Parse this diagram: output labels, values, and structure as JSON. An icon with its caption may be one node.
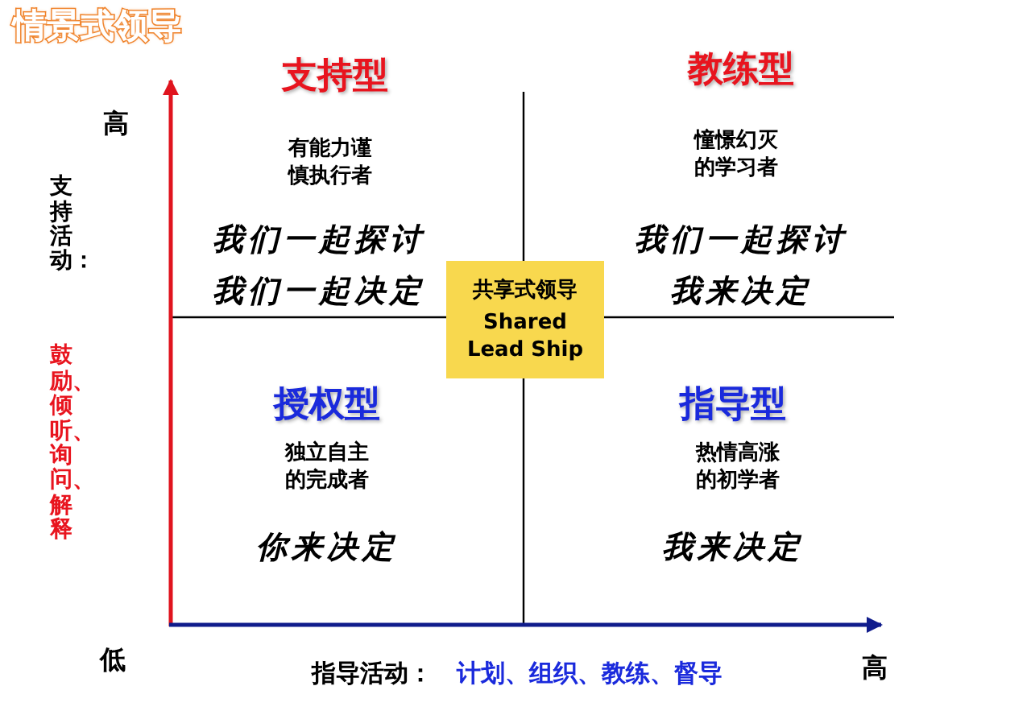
{
  "diagram": {
    "title": "情景式领导",
    "nodes": [
      {
        "text": [
          "共享式领导",
          "Shared Lead Ship"
        ]
      }
    ],
    "labels": [
      "支持型",
      "教练型",
      "高",
      "有能力谨慎执行者",
      "憧憬幻灭的学习者",
      "支持活动：",
      "我们一起探讨",
      "我们一起探讨",
      "我们一起决定",
      "我来决定",
      "鼓励、倾听、询问、解释",
      "授权型",
      "指导型",
      "独立自主的完成者",
      "热情高涨的初学者",
      "你来决定",
      "我来决定",
      "低",
      "指导活动：",
      "计划、组织、教练、督导",
      "高"
    ]
  }
}
